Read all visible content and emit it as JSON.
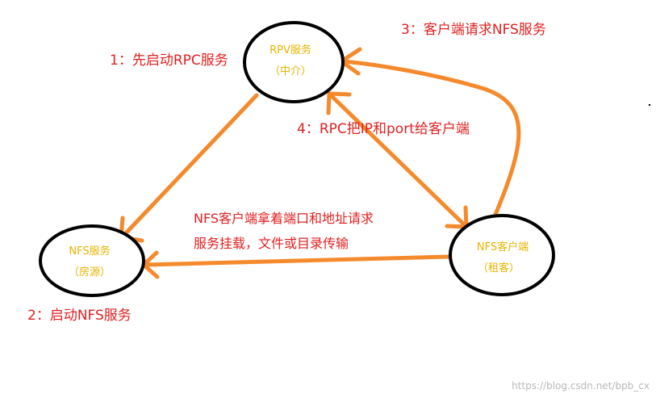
{
  "colors": {
    "arrow": "#f58a2c",
    "node_text": "#e8b400",
    "annotation": "#e02020",
    "node_border": "#000000",
    "watermark": "#b9b9b9"
  },
  "nodes": {
    "rpc": {
      "title": "RPV服务",
      "subtitle": "（中介）"
    },
    "nfs_server": {
      "title": "NFS服务",
      "subtitle": "（房源）"
    },
    "nfs_client": {
      "title": "NFS客户端",
      "subtitle": "（租客）"
    }
  },
  "steps": {
    "step1": "1：先启动RPC服务",
    "step2": "2：启动NFS服务",
    "step3": "3：客户端请求NFS服务",
    "step4": "4：RPC把IP和port给客户端"
  },
  "edge_label": {
    "line1": "NFS客户端拿着端口和地址请求",
    "line2": "服务挂载，文件或目录传输"
  },
  "watermark": "https://blog.csdn.net/bpb_cx"
}
